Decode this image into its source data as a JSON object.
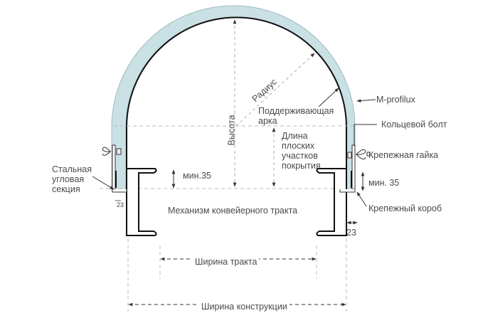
{
  "colors": {
    "arch_fill": "#c9e0e4",
    "line": "#222222",
    "text": "#4a4a4a",
    "dash": "#bbbbbb"
  },
  "labels": {
    "steel_angle": [
      "Стальная",
      "угловая",
      "секция"
    ],
    "min35_left": "мин.35",
    "left_gap": "23",
    "conveyor": "Механизм конвейерного тракта",
    "height": "Высота",
    "radius": "Радиус",
    "support_arch": [
      "Поддерживающая",
      "арка"
    ],
    "flat_length": [
      "Длина",
      "плоских",
      "участков",
      "покрытия"
    ],
    "profile": "M-profilux",
    "ring_bolt": "Кольцевой болт",
    "fastening_nut": "Крепежная гайка",
    "min35_right": "мин. 35",
    "fastening_box": "Крепежный короб",
    "right_gap": "23",
    "track_width": "Ширина тракта",
    "structure_width": "Ширина конструкции"
  }
}
